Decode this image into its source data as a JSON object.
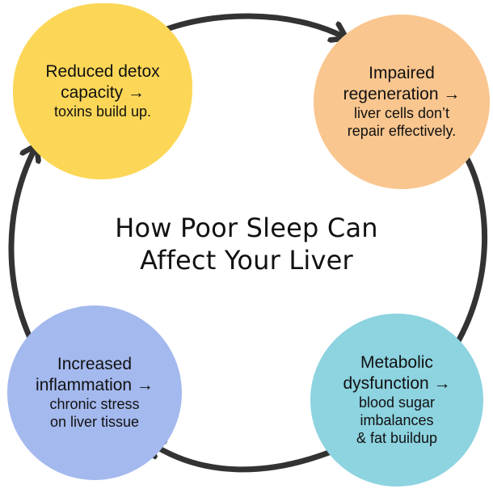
{
  "title": {
    "line1": "How Poor Sleep Can",
    "line2": "Affect Your Liver"
  },
  "colors": {
    "yellow": "#fcd757",
    "orange": "#f9c68f",
    "blue": "#a4b9ee",
    "teal": "#8dd3e0",
    "arrow": "#333333"
  },
  "nodes": [
    {
      "id": "reduced-detox",
      "lines": [
        "Reduced detox",
        "capacity →"
      ],
      "sub": [
        "toxins build up."
      ]
    },
    {
      "id": "impaired-regeneration",
      "lines": [
        "Impaired",
        "regeneration →"
      ],
      "sub": [
        "liver cells don’t",
        "repair effectively."
      ]
    },
    {
      "id": "increased-inflammation",
      "lines": [
        "Increased",
        "inflammation →"
      ],
      "sub": [
        "chronic stress",
        "on liver tissue"
      ]
    },
    {
      "id": "metabolic-dysfunction",
      "lines": [
        "Metabolic",
        "dysfunction →"
      ],
      "sub": [
        "blood sugar",
        "imbalances",
        "& fat buildup"
      ]
    }
  ]
}
